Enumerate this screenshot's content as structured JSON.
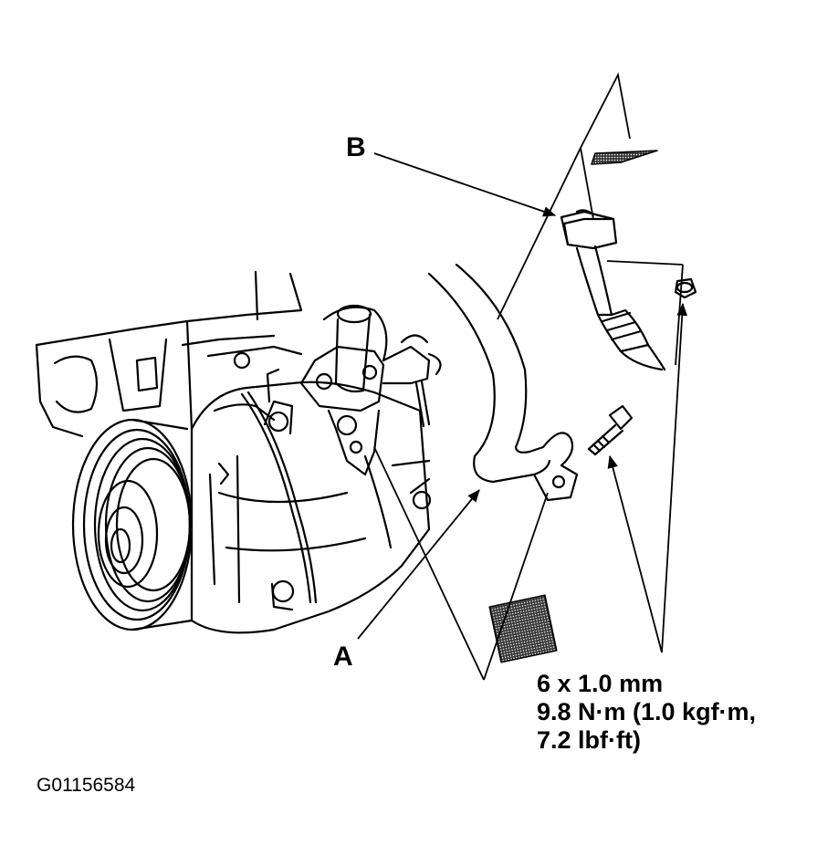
{
  "callouts": {
    "part_a": "A",
    "part_b": "B"
  },
  "bolt_spec": {
    "size": "6 x 1.0 mm",
    "torque_line1": "9.8 N·m (1.0 kgf·m,",
    "torque_line2": "7.2 lbf·ft)"
  },
  "figure_id": "G01156584",
  "colors": {
    "ink": "#000000",
    "paper": "#ffffff"
  }
}
